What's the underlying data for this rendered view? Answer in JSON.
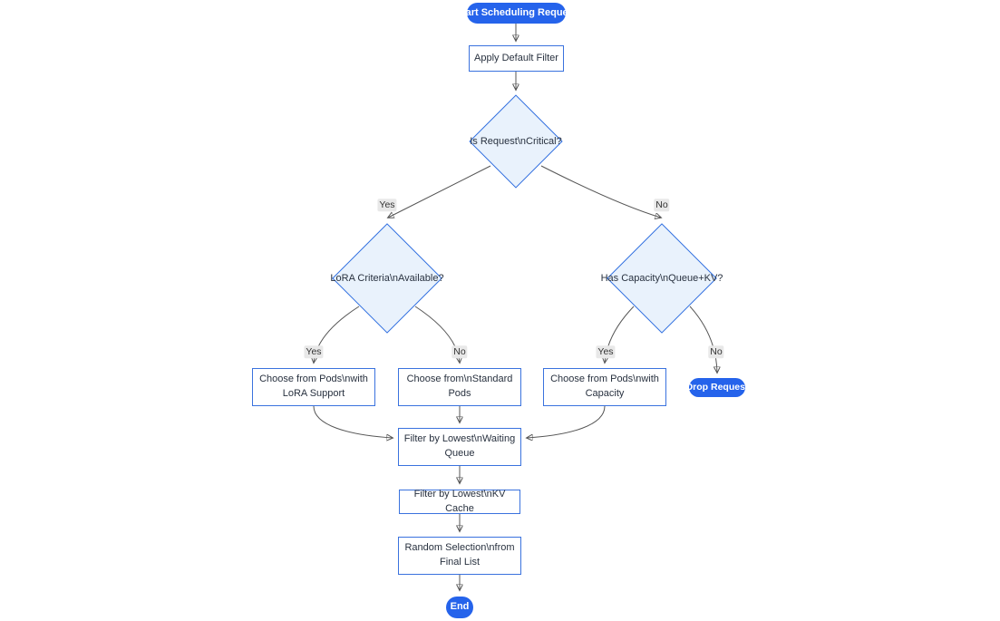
{
  "flowchart": {
    "nodes": {
      "start": "Start Scheduling Request",
      "apply_default_filter": "Apply Default Filter",
      "is_request_critical": "Is Request\\nCritical?",
      "lora_criteria_available": "LoRA Criteria\\nAvailable?",
      "has_capacity_queue_kv": "Has Capacity\\nQueue+KV?",
      "choose_pods_lora": [
        "Choose from Pods\\nwith",
        "LoRA Support"
      ],
      "choose_standard_pods": [
        "Choose from\\nStandard",
        "Pods"
      ],
      "choose_pods_capacity": [
        "Choose from Pods\\nwith",
        "Capacity"
      ],
      "drop_request": "Drop Request",
      "filter_waiting_queue": [
        "Filter by Lowest\\nWaiting",
        "Queue"
      ],
      "filter_kv_cache": "Filter by Lowest\\nKV Cache",
      "random_selection": [
        "Random Selection\\nfrom",
        "Final List"
      ],
      "end": "End"
    },
    "edge_labels": {
      "critical_yes": "Yes",
      "critical_no": "No",
      "lora_yes": "Yes",
      "lora_no": "No",
      "capacity_yes": "Yes",
      "capacity_no": "No"
    },
    "colors": {
      "pill_fill": "#2563eb",
      "pill_text": "#ffffff",
      "decision_fill": "#e9f2fc",
      "node_border": "#3a72de",
      "edge": "#555555",
      "edge_label_bg": "#e8e8e8",
      "text": "#28313f"
    }
  }
}
